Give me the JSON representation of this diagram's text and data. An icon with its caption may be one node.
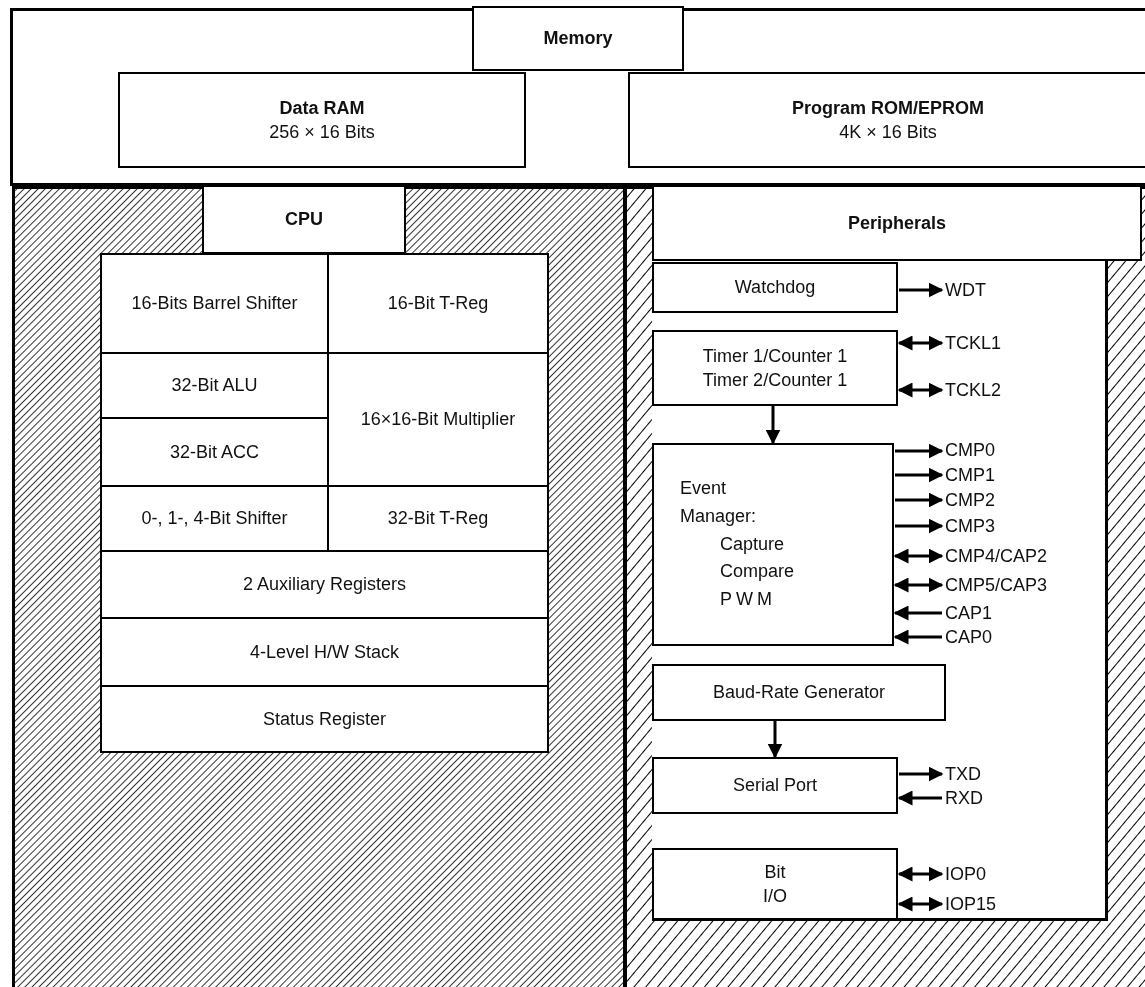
{
  "diagram": {
    "nodes": [
      {
        "text": [],
        "shape": "box"
      },
      {
        "text": [
          "Memory"
        ],
        "in": 0
      },
      {
        "text": [
          "Data RAM",
          "256 × 16 Bits"
        ],
        "in": 0
      },
      {
        "text": [
          "Program ROM/EPROM",
          "4K × 16 Bits"
        ],
        "in": 0
      },
      {
        "text": [],
        "shape": "box"
      },
      {
        "text": [
          "CPU"
        ],
        "in": 4
      },
      {
        "text": [
          "16-Bits Barrel Shifter"
        ],
        "in": 4
      },
      {
        "text": [
          "16-Bit T-Reg"
        ],
        "in": 4
      },
      {
        "text": [
          "32-Bit ALU"
        ],
        "in": 4
      },
      {
        "text": [
          "16×16-Bit Multiplier"
        ],
        "in": 4
      },
      {
        "text": [
          "32-Bit ACC"
        ],
        "in": 4
      },
      {
        "text": [
          "0-, 1-, 4-Bit Shifter"
        ],
        "in": 4
      },
      {
        "text": [
          "32-Bit T-Reg"
        ],
        "in": 4
      },
      {
        "text": [
          "2 Auxiliary Registers"
        ],
        "in": 4
      },
      {
        "text": [
          "4-Level H/W Stack"
        ],
        "in": 4
      },
      {
        "text": [
          "Status Register"
        ],
        "in": 4
      },
      {
        "text": [],
        "shape": "box"
      },
      {
        "text": [
          "Peripherals"
        ],
        "in": 16
      },
      {
        "text": [
          "Watchdog"
        ],
        "in": 16
      },
      {
        "text": [
          "Timer 1/Counter 1",
          "Timer 2/Counter 1"
        ],
        "in": 16
      },
      {
        "text": [
          "Event Manager:",
          "Capture",
          "Compare",
          "PWM"
        ],
        "in": 16
      },
      {
        "text": [
          "Baud-Rate Generator"
        ],
        "in": 16
      },
      {
        "text": [
          "Serial Port"
        ],
        "in": 16
      },
      {
        "text": [
          "Bit I/O"
        ],
        "in": 16
      },
      {
        "text": [
          "WDT"
        ],
        "in": 16
      },
      {
        "text": [
          "TCKL1"
        ],
        "in": 16
      },
      {
        "text": [
          "TCKL2"
        ],
        "in": 16
      },
      {
        "text": [
          "CMP0"
        ],
        "in": 16
      },
      {
        "text": [
          "CMP1"
        ],
        "in": 16
      },
      {
        "text": [
          "CMP2"
        ],
        "in": 16
      },
      {
        "text": [
          "CMP3"
        ],
        "in": 16
      },
      {
        "text": [
          "CMP4/CAP2"
        ],
        "in": 16
      },
      {
        "text": [
          "CMP5/CAP3"
        ],
        "in": 16
      },
      {
        "text": [
          "CAP1"
        ],
        "in": 16
      },
      {
        "text": [
          "CAP0"
        ],
        "in": 16
      },
      {
        "text": [
          "TXD"
        ],
        "in": 16
      },
      {
        "text": [
          "RXD"
        ],
        "in": 16
      },
      {
        "text": [
          "IOP0"
        ],
        "in": 16
      },
      {
        "text": [
          "IOP15"
        ],
        "in": 16
      }
    ],
    "edges": [
      {
        "from": 18,
        "to": 24,
        "arrow": "to"
      },
      {
        "from": 19,
        "to": 25,
        "arrow": "both"
      },
      {
        "from": 19,
        "to": 26,
        "arrow": "both"
      },
      {
        "from": 19,
        "to": 20,
        "arrow": "to"
      },
      {
        "from": 20,
        "to": 27,
        "arrow": "to"
      },
      {
        "from": 20,
        "to": 28,
        "arrow": "to"
      },
      {
        "from": 20,
        "to": 29,
        "arrow": "to"
      },
      {
        "from": 20,
        "to": 30,
        "arrow": "to"
      },
      {
        "from": 20,
        "to": 31,
        "arrow": "both"
      },
      {
        "from": 20,
        "to": 32,
        "arrow": "both"
      },
      {
        "from": 33,
        "to": 20,
        "arrow": "to"
      },
      {
        "from": 34,
        "to": 20,
        "arrow": "to"
      },
      {
        "from": 21,
        "to": 22,
        "arrow": "to"
      },
      {
        "from": 22,
        "to": 35,
        "arrow": "to"
      },
      {
        "from": 36,
        "to": 22,
        "arrow": "to"
      },
      {
        "from": 23,
        "to": 37,
        "arrow": "both"
      },
      {
        "from": 23,
        "to": 38,
        "arrow": "both"
      }
    ]
  }
}
